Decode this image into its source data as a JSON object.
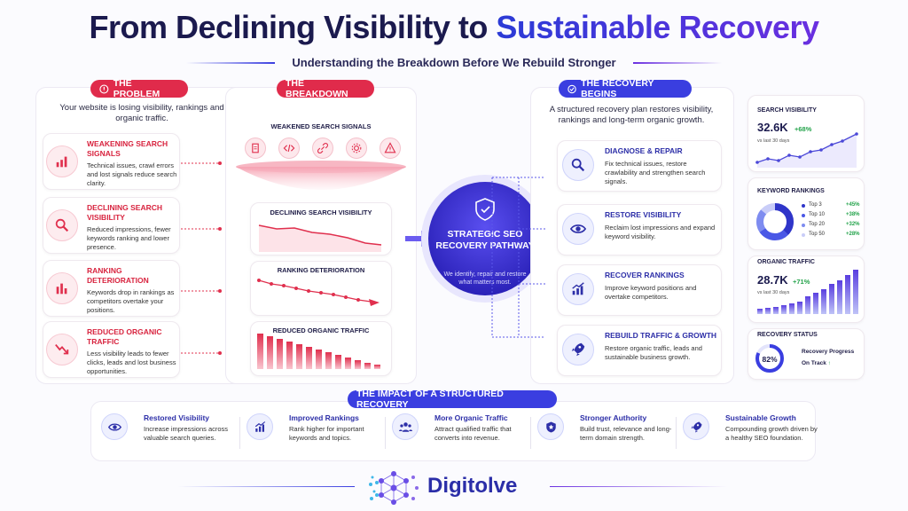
{
  "header": {
    "title_part1": "From Declining Visibility to",
    "title_part2": "Sustainable Recovery",
    "subtitle": "Understanding the Breakdown Before We Rebuild Stronger"
  },
  "problem": {
    "label": "THE PROBLEM",
    "intro": "Your website is losing visibility, rankings and organic traffic.",
    "items": [
      {
        "icon": "bar-chart-icon",
        "title": "WEAKENING SEARCH SIGNALS",
        "desc": "Technical issues, crawl errors and lost signals reduce search clarity."
      },
      {
        "icon": "magnifier-icon",
        "title": "DECLINING SEARCH VISIBILITY",
        "desc": "Reduced impressions, fewer keywords ranking and lower presence."
      },
      {
        "icon": "ranking-bars-icon",
        "title": "RANKING DETERIORATION",
        "desc": "Keywords drop in rankings as competitors overtake your positions."
      },
      {
        "icon": "trend-down-icon",
        "title": "REDUCED ORGANIC TRAFFIC",
        "desc": "Less visibility leads to fewer clicks, leads and lost business opportunities."
      }
    ]
  },
  "breakdown": {
    "label": "THE BREAKDOWN",
    "signals_title": "WEAKENED SEARCH SIGNALS",
    "visibility_title": "DECLINING SEARCH VISIBILITY",
    "ranking_title": "RANKING DETERIORATION",
    "traffic_title": "REDUCED ORGANIC TRAFFIC"
  },
  "center": {
    "title": "STRATEGIC SEO RECOVERY PATHWAY",
    "desc": "We identify, repair and restore what matters most."
  },
  "recovery": {
    "label": "THE RECOVERY BEGINS",
    "intro": "A structured recovery plan restores visibility, rankings and long-term organic growth.",
    "items": [
      {
        "icon": "search-icon",
        "title": "DIAGNOSE & REPAIR",
        "desc": "Fix technical issues, restore crawlability and strengthen search signals."
      },
      {
        "icon": "eye-icon",
        "title": "RESTORE VISIBILITY",
        "desc": "Reclaim lost impressions and expand keyword visibility."
      },
      {
        "icon": "growth-chart-icon",
        "title": "RECOVER RANKINGS",
        "desc": "Improve keyword positions and overtake competitors."
      },
      {
        "icon": "rocket-icon",
        "title": "REBUILD TRAFFIC & GROWTH",
        "desc": "Restore organic traffic, leads and sustainable business growth."
      }
    ]
  },
  "stats": {
    "search_visibility": {
      "title": "SEARCH VISIBILITY",
      "value": "32.6K",
      "change": "+68%",
      "period": "vs last 30 days"
    },
    "keyword_rankings": {
      "title": "KEYWORD RANKINGS",
      "rows": [
        {
          "label": "Top 3",
          "change": "+45%"
        },
        {
          "label": "Top 10",
          "change": "+38%"
        },
        {
          "label": "Top 20",
          "change": "+32%"
        },
        {
          "label": "Top 50",
          "change": "+28%"
        }
      ]
    },
    "organic_traffic": {
      "title": "ORGANIC TRAFFIC",
      "value": "28.7K",
      "change": "+71%",
      "period": "vs last 30 days"
    },
    "recovery_status": {
      "title": "RECOVERY STATUS",
      "percent": "82%",
      "progress_label": "Recovery Progress",
      "status": "On Track",
      "arrow": "↑",
      "progress_fraction": 0.82
    }
  },
  "impact": {
    "label": "THE IMPACT OF A STRUCTURED RECOVERY",
    "items": [
      {
        "icon": "eye-icon",
        "title": "Restored Visibility",
        "desc": "Increase impressions across valuable search queries."
      },
      {
        "icon": "growth-chart-icon",
        "title": "Improved Rankings",
        "desc": "Rank higher for important keywords and topics."
      },
      {
        "icon": "people-icon",
        "title": "More Organic Traffic",
        "desc": "Attract qualified traffic that converts into revenue."
      },
      {
        "icon": "shield-star-icon",
        "title": "Stronger Authority",
        "desc": "Build trust, relevance and long-term domain strength."
      },
      {
        "icon": "rocket-icon",
        "title": "Sustainable Growth",
        "desc": "Compounding growth driven by a healthy SEO foundation."
      }
    ]
  },
  "brand": {
    "name": "Digitolve"
  },
  "colors": {
    "red": "#e02b4b",
    "blue": "#3a3ee0",
    "purple": "#6a2fe0",
    "green": "#23a34a"
  }
}
